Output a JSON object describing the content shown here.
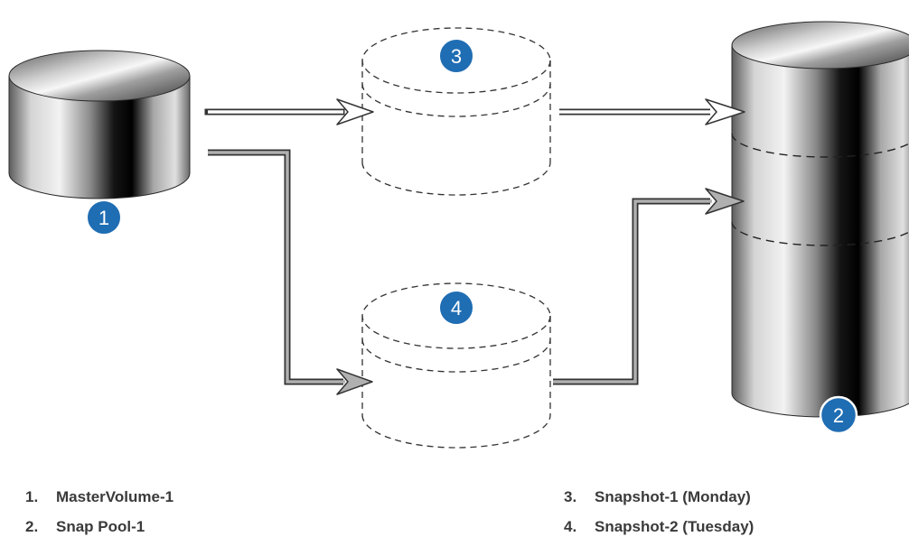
{
  "diagram": {
    "badges": {
      "master": "1",
      "pool": "2",
      "snap1": "3",
      "snap2": "4"
    },
    "badge_color": "#1f6db3",
    "legend": [
      {
        "num": "1.",
        "label": "MasterVolume-1"
      },
      {
        "num": "2.",
        "label": "Snap Pool-1"
      },
      {
        "num": "3.",
        "label": "Snapshot-1 (Monday)"
      },
      {
        "num": "4.",
        "label": "Snapshot-2 (Tuesday)"
      }
    ]
  }
}
